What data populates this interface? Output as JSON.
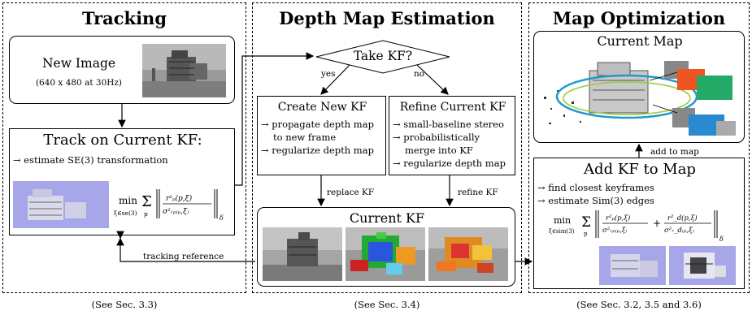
{
  "tracking": {
    "title": "Tracking",
    "new_image": {
      "label": "New Image",
      "sub": "(640 x 480 at 30Hz)"
    },
    "track_box": {
      "title": "Track on Current KF:",
      "item": "→ estimate SE(3) transformation",
      "formula": "min_{ξ∈se(3)} Σ_p || r_p^2(p,ξ) / σ_{r_p(p,ξ)}^2 ||_δ"
    },
    "caption": "(See Sec. 3.3)"
  },
  "depth": {
    "title": "Depth Map Estimation",
    "decision": "Take KF?",
    "yes": "yes",
    "no": "no",
    "create": {
      "title": "Create New KF",
      "items": [
        "→ propagate depth map",
        "to new frame",
        "→ regularize depth map"
      ]
    },
    "refine": {
      "title": "Refine Current KF",
      "items": [
        "→ small-baseline stereo",
        "→ probabilistically",
        "merge into KF",
        "→ regularize depth map"
      ]
    },
    "replace_kf": "replace KF",
    "refine_kf": "refine KF",
    "current_kf": "Current KF",
    "caption": "(See Sec. 3.4)"
  },
  "mapopt": {
    "title": "Map Optimization",
    "current_map": "Current Map",
    "add_to_map": "add to map",
    "add_kf": {
      "title": "Add KF to Map",
      "items": [
        "→ find closest keyframes",
        "→ estimate Sim(3) edges"
      ],
      "formula": "min_{ξ∈sim(3)} Σ_p || r_p^2(p,ξ)/σ_{r_p(p,ξ)}^2 + r_d^2(p,ξ)/σ_{r_d(p,ξ)}^2 ||_δ"
    },
    "caption": "(See Sec. 3.2, 3.5 and 3.6)"
  },
  "tracking_reference": "tracking reference"
}
